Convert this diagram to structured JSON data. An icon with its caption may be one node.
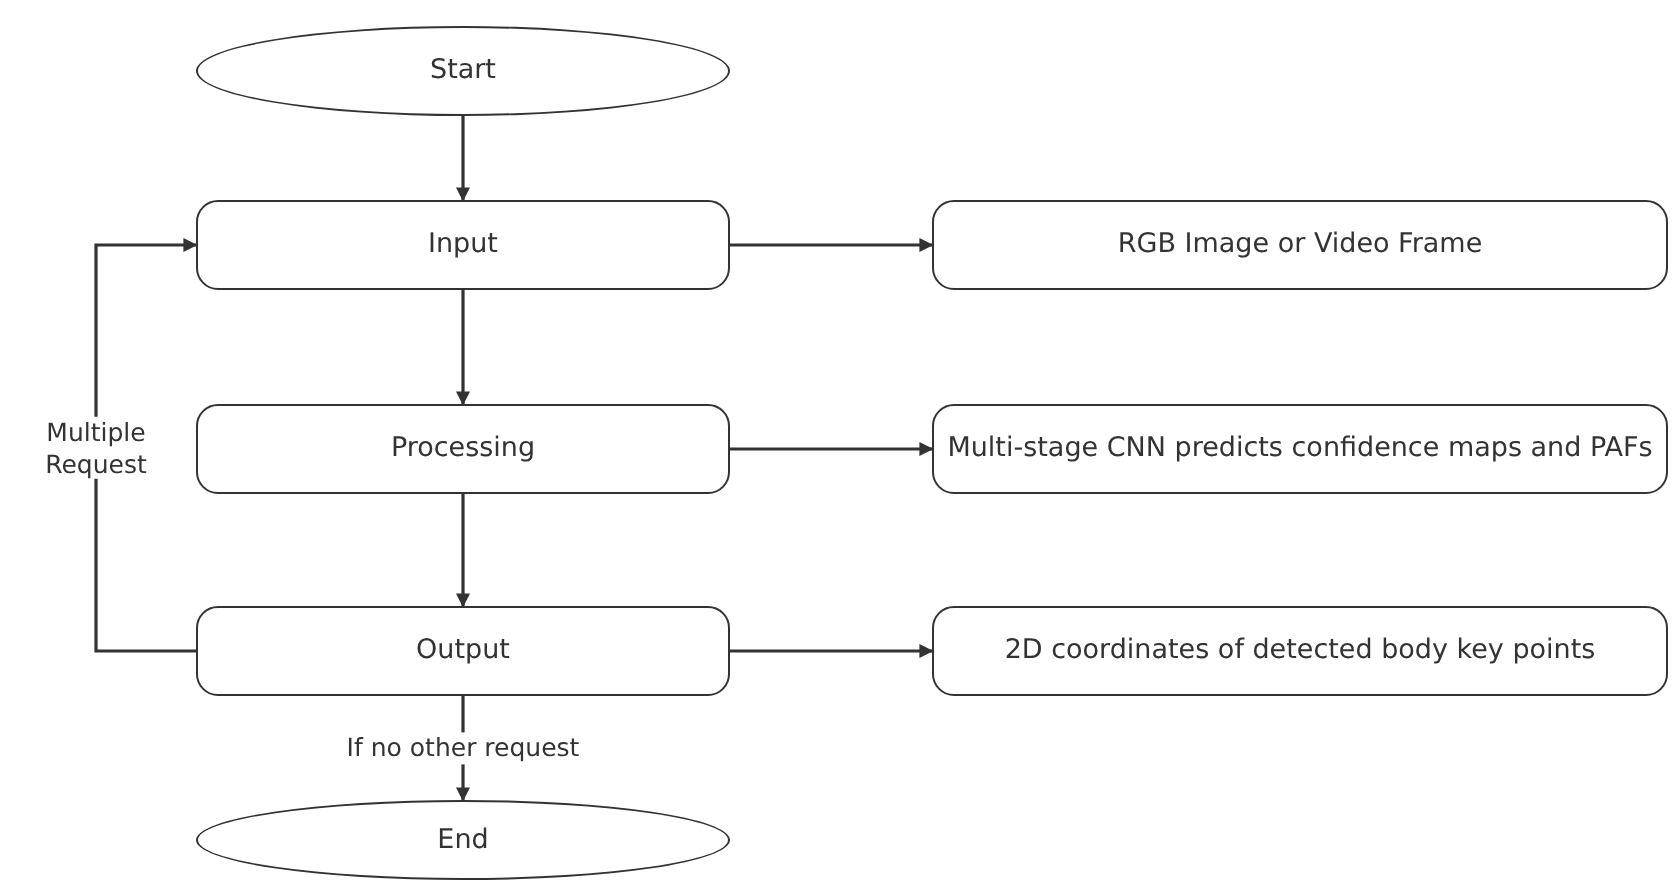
{
  "diagram": {
    "nodes": [
      {
        "text": [
          "Start"
        ]
      },
      {
        "text": [
          "Input"
        ]
      },
      {
        "text": [
          "Processing"
        ]
      },
      {
        "text": [
          "Output"
        ]
      },
      {
        "text": [
          "End"
        ]
      },
      {
        "text": [
          "RGB Image or Video Frame"
        ]
      },
      {
        "text": [
          "Multi-stage CNN predicts confidence maps and PAFs"
        ]
      },
      {
        "text": [
          "2D coordinates of detected body key points"
        ]
      }
    ],
    "edges": [
      {
        "from": 0,
        "to": 1,
        "arrow": "to"
      },
      {
        "from": 1,
        "to": 2,
        "arrow": "to"
      },
      {
        "from": 2,
        "to": 3,
        "arrow": "to"
      },
      {
        "from": 3,
        "to": 4,
        "arrow": "to",
        "label": "If no other request"
      },
      {
        "from": 3,
        "to": 1,
        "arrow": "to",
        "label": "Multiple Request"
      },
      {
        "from": 1,
        "to": 5,
        "arrow": "to"
      },
      {
        "from": 2,
        "to": 6,
        "arrow": "to"
      },
      {
        "from": 3,
        "to": 7,
        "arrow": "to"
      }
    ]
  }
}
